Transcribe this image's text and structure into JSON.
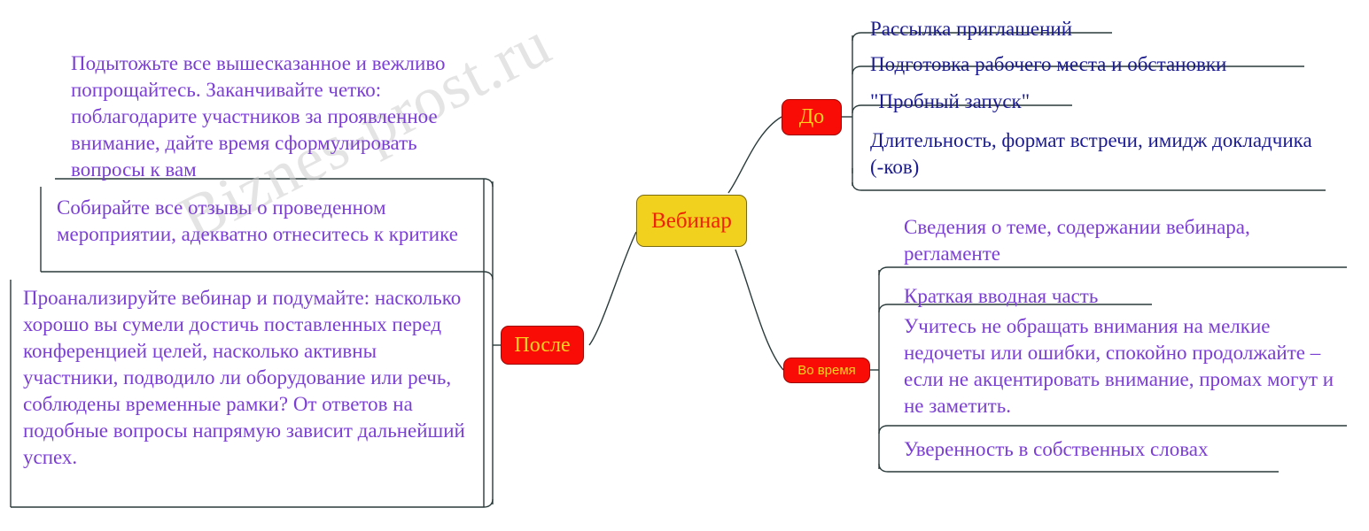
{
  "diagram": {
    "type": "mind-map",
    "title": "Вебинар",
    "watermark": "Biznes-prost.ru",
    "colors": {
      "center_fill": "#f2d01e",
      "center_text": "#ef2200",
      "branch_fill": "#f90b06",
      "branch_text": "#ffd21e",
      "leaf_navy": "#1b1b8f",
      "leaf_purple": "#7b3fd4",
      "connector": "#2a3a3a",
      "watermark": "#cfcfcf"
    },
    "center": {
      "label": "Вебинар"
    },
    "branches": [
      {
        "id": "do",
        "label": "До",
        "side": "right",
        "text_color": "#1b1b8f",
        "items": [
          {
            "text": "Рассылка приглашений"
          },
          {
            "text": "Подготовка рабочего места и обстановки"
          },
          {
            "text": "\"Пробный запуск\""
          },
          {
            "text": "Длительность, формат встречи, имидж докладчика (-ков)"
          }
        ]
      },
      {
        "id": "vo-vremya",
        "label": "Во время",
        "side": "right",
        "text_color": "#7b3fd4",
        "items": [
          {
            "text": "Сведения о теме, содержании вебинара, регламенте"
          },
          {
            "text": "Краткая вводная часть"
          },
          {
            "text": "Учитесь не обращать внимания на мелкие недочеты или ошибки, спокойно продолжайте – если не акцентировать внимание, промах могут и не заметить."
          },
          {
            "text": "Уверенность в собственных словах"
          }
        ]
      },
      {
        "id": "posle",
        "label": "После",
        "side": "left",
        "text_color": "#7b3fd4",
        "items": [
          {
            "text": "Подытожьте все вышесказанное и вежливо попрощайтесь. Заканчивайте четко: поблагодарите участников за проявленное внимание, дайте время сформулировать вопросы к вам"
          },
          {
            "text": "Собирайте все отзывы о проведенном мероприятии, адекватно отнеситесь к критике"
          },
          {
            "text": "Проанализируйте вебинар и подумайте: насколько хорошо вы сумели достичь поставленных перед конференцией целей, насколько активны участники, подводило ли оборудование или речь, соблюдены временные рамки? От ответов на подобные вопросы напрямую зависит дальнейший успех."
          }
        ]
      }
    ]
  }
}
